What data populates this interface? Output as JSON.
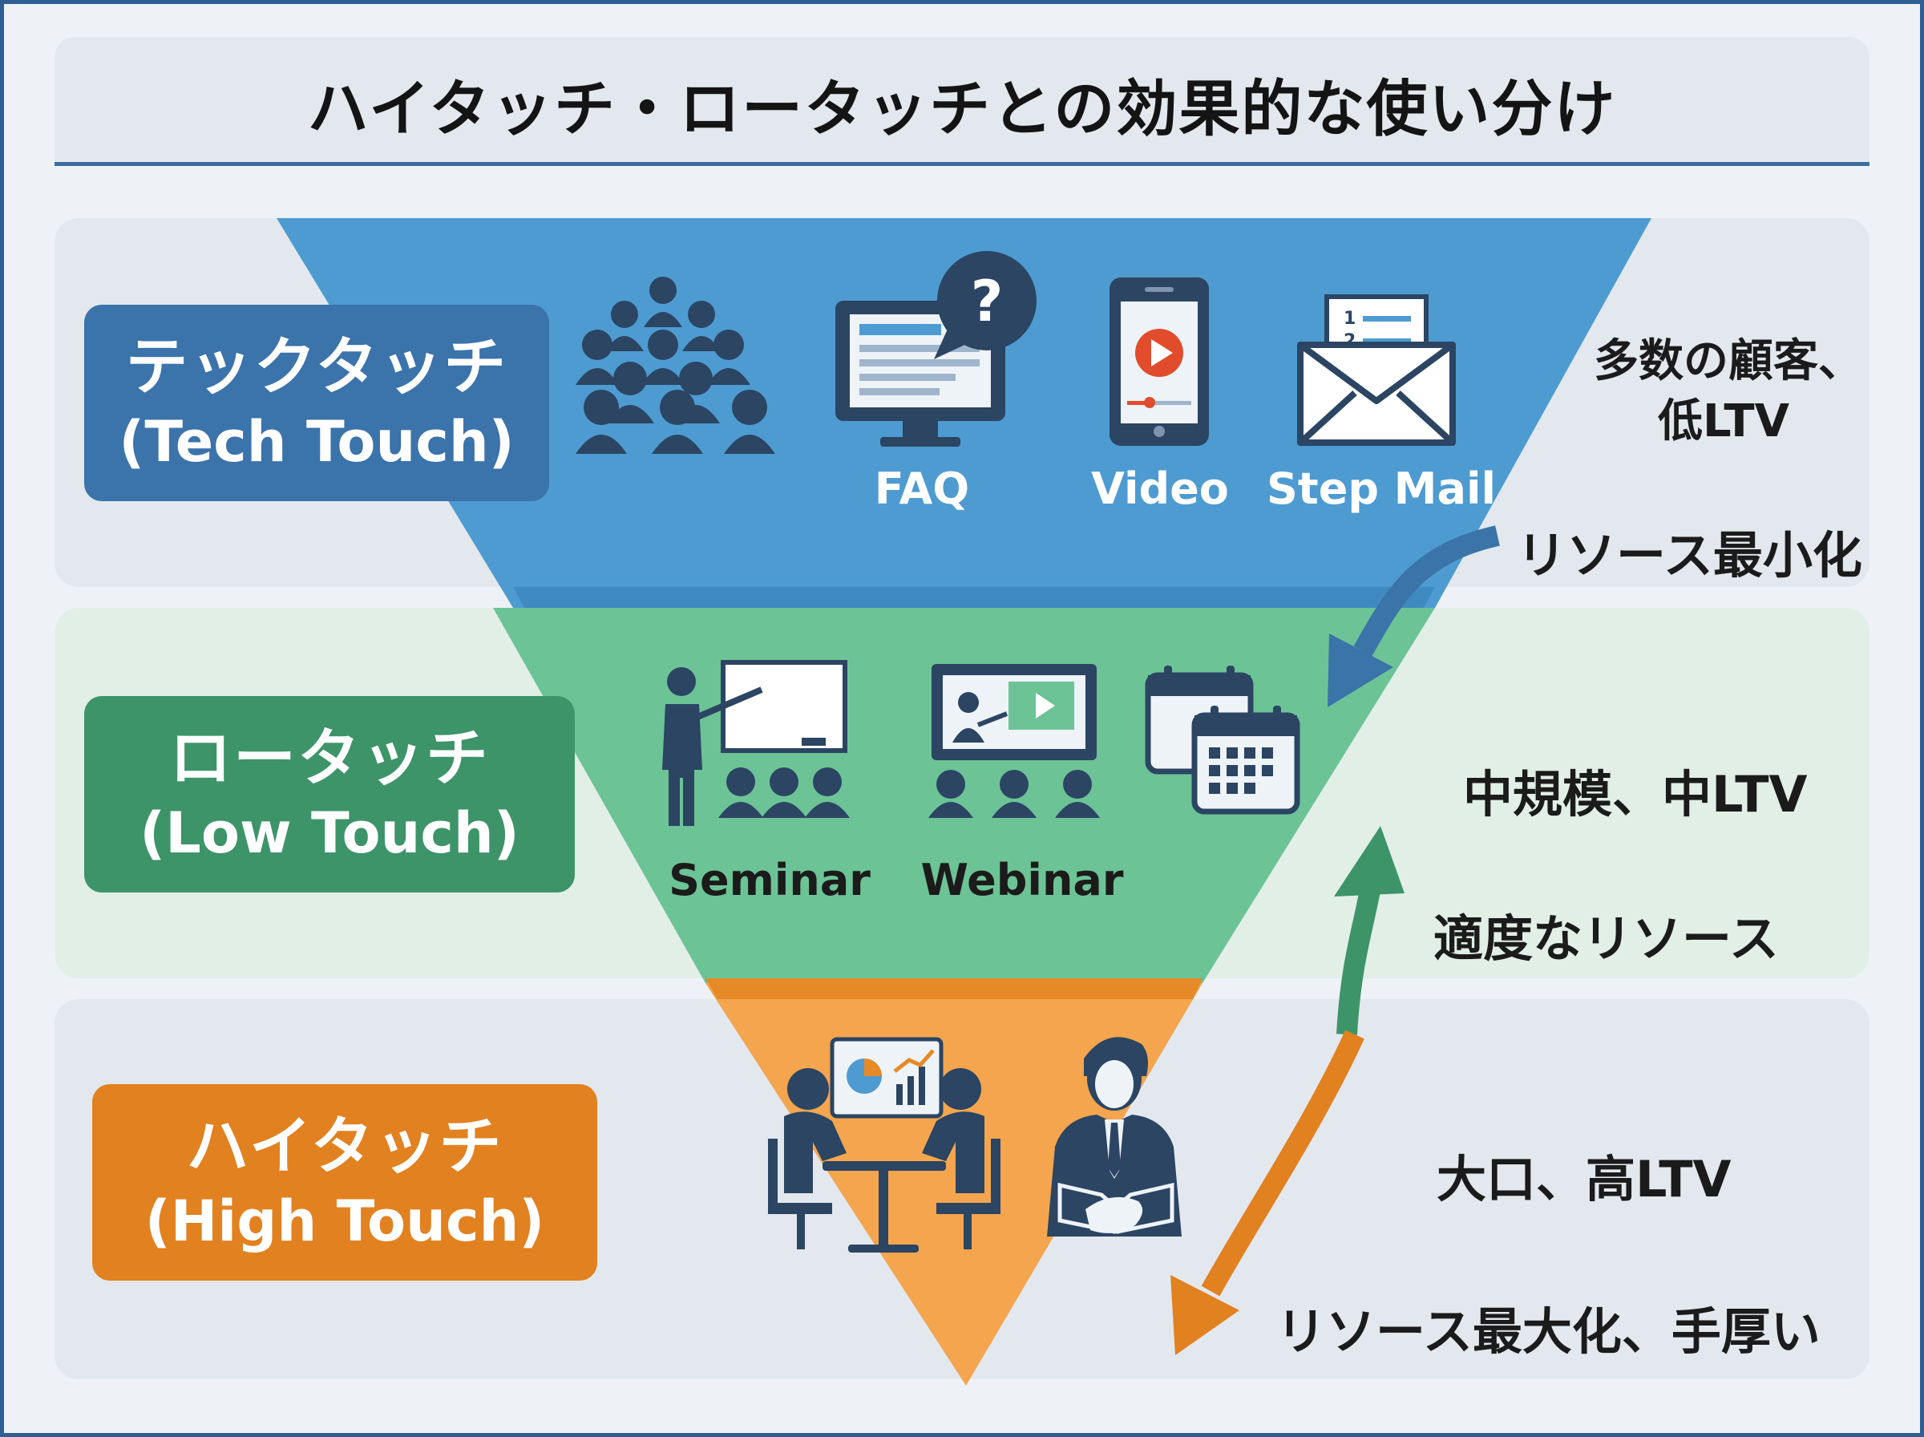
{
  "title": "ハイタッチ・ロータッチとの効果的な使い分け",
  "tiers": {
    "tech": {
      "name_jp": "テックタッチ",
      "name_en": "(Tech Touch)",
      "color": "#3b73ab",
      "funnel_color": "#4d9bd1",
      "icons": [
        "crowd-icon",
        "faq-monitor-icon",
        "video-phone-icon",
        "step-mail-icon"
      ],
      "captions": {
        "faq": "FAQ",
        "video": "Video",
        "step_mail": "Step Mail"
      },
      "customers": "多数の顧客、",
      "ltv": "低LTV",
      "resource": "リソース最小化"
    },
    "low": {
      "name_jp": "ロータッチ",
      "name_en": "(Low Touch)",
      "color": "#3d9469",
      "funnel_color": "#6cc396",
      "icons": [
        "seminar-icon",
        "webinar-icon",
        "calendar-icon"
      ],
      "captions": {
        "seminar": "Seminar",
        "webinar": "Webinar"
      },
      "scale": "中規模、中LTV",
      "resource": "適度なリソース"
    },
    "high": {
      "name_jp": "ハイタッチ",
      "name_en": "(High Touch)",
      "color": "#e2811f",
      "funnel_color": "#f4a54e",
      "icons": [
        "meeting-icon",
        "handshake-icon"
      ],
      "scale": "大口、高LTV",
      "resource": "リソース最大化、手厚い"
    }
  }
}
